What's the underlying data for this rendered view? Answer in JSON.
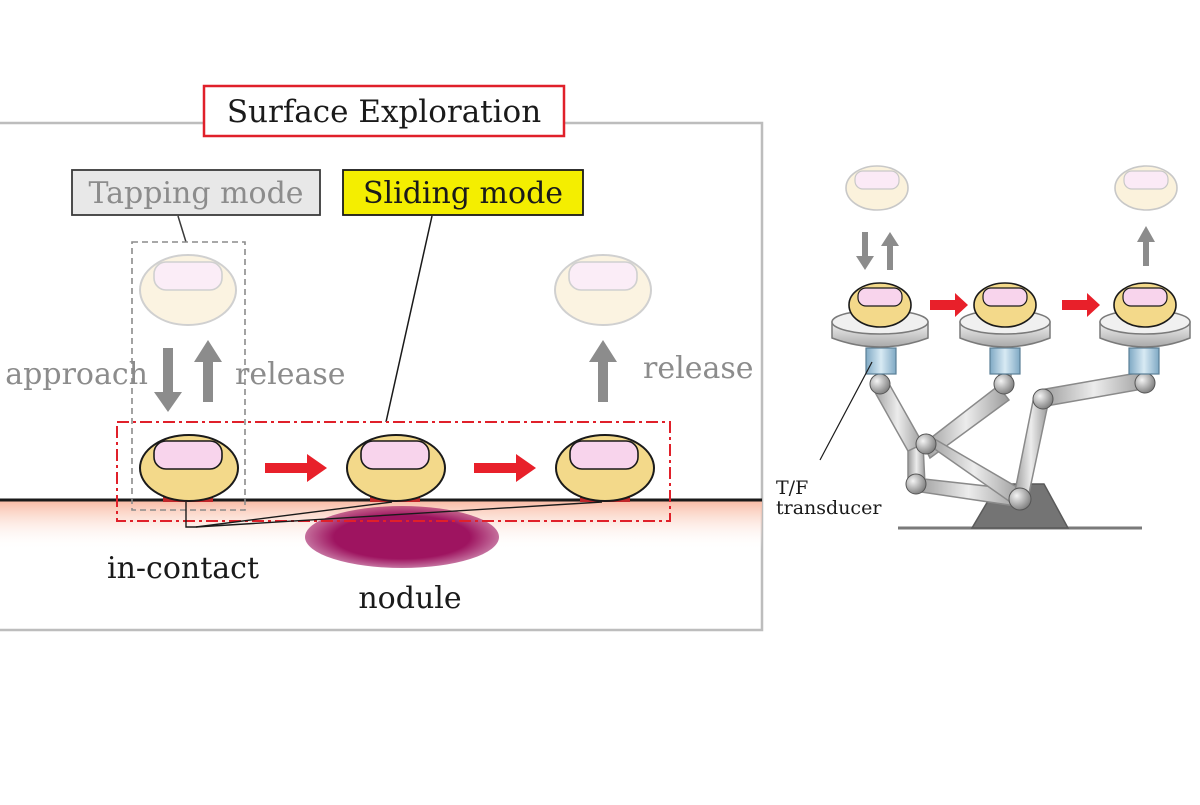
{
  "title": "Surface Exploration",
  "modes": {
    "tapping": "Tapping mode",
    "sliding": "Sliding mode"
  },
  "labels": {
    "approach": "approach",
    "release_left": "release",
    "release_right": "release",
    "in_contact": "in-contact",
    "nodule": "nodule",
    "transducer_line1": "T/F",
    "transducer_line2": "transducer"
  },
  "colors": {
    "title_border": "#e0202a",
    "sliding_highlight": "#f4ee00",
    "tapping_box": "#e8e8e8",
    "arrow_red": "#e8202a",
    "arrow_gray": "#8c8c8c",
    "fingertip": "#f3d98a",
    "nail": "#f8d4ec",
    "nodule": "#9e1460",
    "contact_pad": "#c0262a"
  }
}
